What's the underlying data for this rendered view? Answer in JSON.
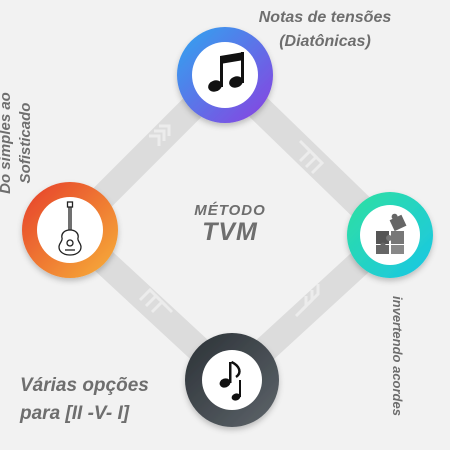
{
  "title_line1": "MÉTODO",
  "title_line2": "TVM",
  "labels": {
    "top_line1": "Notas de tensões",
    "top_line2": "(Diatônicas)",
    "left_line1": "Do simples ao",
    "left_line2": "Sofisticado",
    "right": "invertendo acordes",
    "bottom_line1": "Várias opções",
    "bottom_line2": "para  [II -V- I]"
  },
  "nodes": [
    {
      "id": "top",
      "icon": "music-note-icon",
      "gradient": [
        "#2ea7f0",
        "#8b3fe0"
      ]
    },
    {
      "id": "right",
      "icon": "puzzle-icon",
      "gradient": [
        "#2fe0a0",
        "#1ac6e6"
      ]
    },
    {
      "id": "bottom",
      "icon": "music-note-icon",
      "gradient": [
        "#2b3136",
        "#5e656b"
      ]
    },
    {
      "id": "left",
      "icon": "guitar-icon",
      "gradient": [
        "#e63d2a",
        "#f7b23a"
      ]
    }
  ],
  "colors": {
    "background": "#f2f2f2",
    "connector": "#dcdcdc",
    "chevron": "#ececec",
    "text": "#6e6e6e"
  }
}
